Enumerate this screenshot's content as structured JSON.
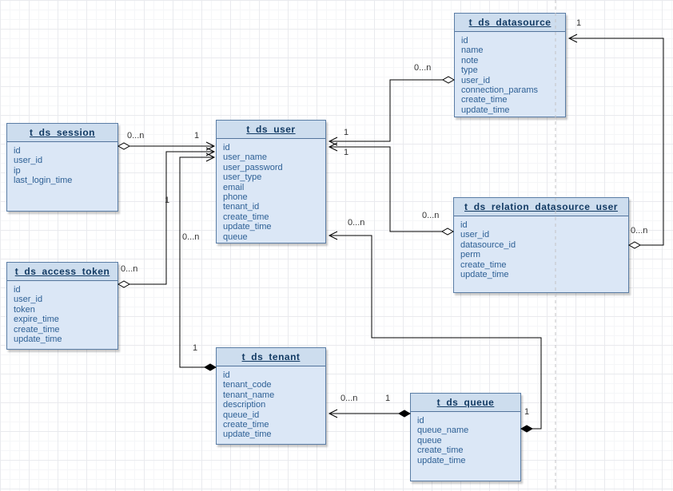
{
  "diagram": {
    "type": "entity-relationship",
    "colors": {
      "table_header": "#cdddee",
      "table_body": "#dbe7f6",
      "table_border": "#5a7da5",
      "title_text": "#123a63",
      "field_text": "#2e6095",
      "connector": "#000000",
      "page_boundary": "#c3c3c6"
    },
    "entities": [
      {
        "name": "t_ds_session",
        "fields": [
          "id",
          "user_id",
          "ip",
          "last_login_time"
        ]
      },
      {
        "name": "t_ds_user",
        "fields": [
          "id",
          "user_name",
          "user_password",
          "user_type",
          "email",
          "phone",
          "tenant_id",
          "create_time",
          "update_time",
          "queue"
        ]
      },
      {
        "name": "t_ds_datasource",
        "fields": [
          "id",
          "name",
          "note",
          "type",
          "user_id",
          "connection_params",
          "create_time",
          "update_time"
        ]
      },
      {
        "name": "t_ds_relation_datasource_user",
        "fields": [
          "id",
          "user_id",
          "datasource_id",
          "perm",
          "create_time",
          "update_time"
        ]
      },
      {
        "name": "t_ds_access_token",
        "fields": [
          "id",
          "user_id",
          "token",
          "expire_time",
          "create_time",
          "update_time"
        ]
      },
      {
        "name": "t_ds_tenant",
        "fields": [
          "id",
          "tenant_code",
          "tenant_name",
          "description",
          "queue_id",
          "create_time",
          "update_time"
        ]
      },
      {
        "name": "t_ds_queue",
        "fields": [
          "id",
          "queue_name",
          "queue",
          "create_time",
          "update_time"
        ]
      }
    ],
    "connections": [
      {
        "from": "t_ds_session",
        "to": "t_ds_user",
        "from_card": "0...n",
        "to_card": "1",
        "from_marker": "open-diamond",
        "to_marker": "open-arrow"
      },
      {
        "from": "t_ds_access_token",
        "to": "t_ds_user",
        "from_card": "0...n",
        "to_card": "1",
        "from_marker": "open-diamond",
        "to_marker": "open-arrow"
      },
      {
        "from": "t_ds_tenant",
        "to": "t_ds_user",
        "from_card": "1",
        "to_card": "0...n",
        "from_marker": "filled-diamond",
        "to_marker": "open-arrow"
      },
      {
        "from": "t_ds_datasource",
        "to": "t_ds_user",
        "from_card": "0...n",
        "to_card": "1",
        "from_marker": "open-diamond",
        "to_marker": "open-arrow"
      },
      {
        "from": "t_ds_relation_datasource_user",
        "to": "t_ds_user",
        "from_card": "0...n",
        "to_card": "1",
        "from_marker": "open-diamond",
        "to_marker": "open-arrow"
      },
      {
        "from": "t_ds_relation_datasource_user",
        "to": "t_ds_datasource",
        "from_card": "0...n",
        "to_card": "1",
        "from_marker": "open-diamond",
        "to_marker": "open-arrow"
      },
      {
        "from": "t_ds_queue",
        "to": "t_ds_user",
        "from_card": "1",
        "to_card": "0...n",
        "from_marker": "filled-diamond",
        "to_marker": "open-arrow"
      },
      {
        "from": "t_ds_queue",
        "to": "t_ds_tenant",
        "from_card": "1",
        "to_card": "0...n",
        "from_marker": "filled-diamond",
        "to_marker": "open-arrow"
      }
    ]
  }
}
